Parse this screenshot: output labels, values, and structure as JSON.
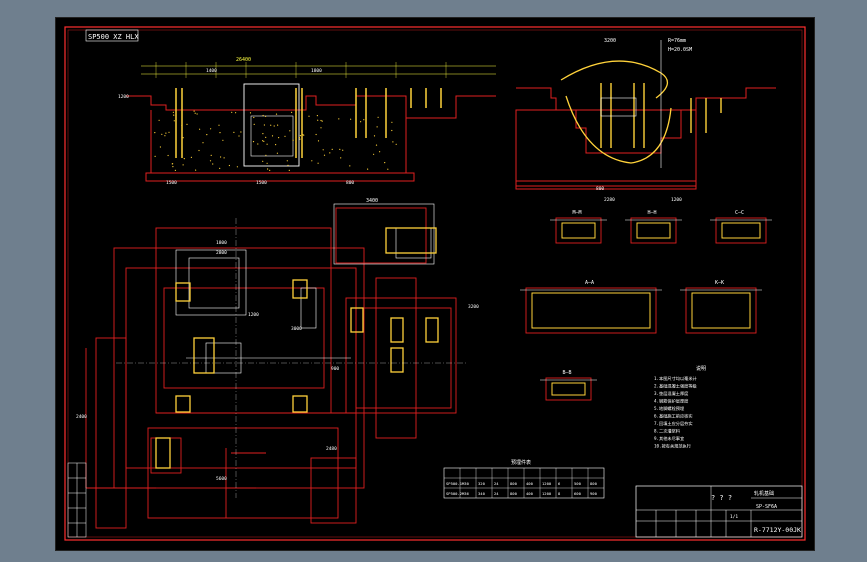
{
  "title_tag": "SP500 XZ HLX",
  "colors": {
    "background": "#6f7f8e",
    "paper": "#000000",
    "line": "#e02020",
    "line2": "#ff3030",
    "text": "#ffffff",
    "dim": "#ffff40",
    "hatch": "#ffd23a"
  },
  "views": {
    "elevation_left": {
      "dims": [
        "26400",
        "1400",
        "1800",
        "1500",
        "1500",
        "800",
        "1200"
      ]
    },
    "elevation_right": {
      "dims": [
        "3200",
        "R=76mm",
        "H=20.0SM",
        "2280",
        "800",
        "1200"
      ]
    },
    "plan": {
      "dims": [
        "3400",
        "1800",
        "2800",
        "3200",
        "2400",
        "5600",
        "2480",
        "1200",
        "3000",
        "900"
      ]
    }
  },
  "sections": [
    {
      "label": "M—M"
    },
    {
      "label": "H—H"
    },
    {
      "label": "C—C"
    },
    {
      "label": "A—A"
    },
    {
      "label": "K—K"
    },
    {
      "label": "B—B"
    }
  ],
  "notes_title": "说明",
  "notes": [
    "1.本图尺寸均以毫米计",
    "2.基础混凝土强度等级",
    "3.垫层混凝土厚度",
    "4.钢筋保护层厚度",
    "5.地脚螺栓预埋",
    "6.基础施工前应核实",
    "7.回填土应分层夯实",
    "8.二次灌浆料",
    "9.其他未尽事宜",
    "10.按有关规范执行"
  ],
  "table_title": "预埋件表",
  "table_rows": [
    [
      "SP500-1",
      "M30",
      "320",
      "24",
      "800",
      "400",
      "1200",
      "6",
      "500",
      "800"
    ],
    [
      "SP500-2",
      "M36",
      "340",
      "24",
      "800",
      "400",
      "1200",
      "8",
      "600",
      "900"
    ]
  ],
  "title_block": {
    "qmarks": "? ? ?",
    "project": "轧机基础",
    "code": "SP-SF6A",
    "drawing_no": "R-7712Y-00JK",
    "sheet": "1/1"
  }
}
